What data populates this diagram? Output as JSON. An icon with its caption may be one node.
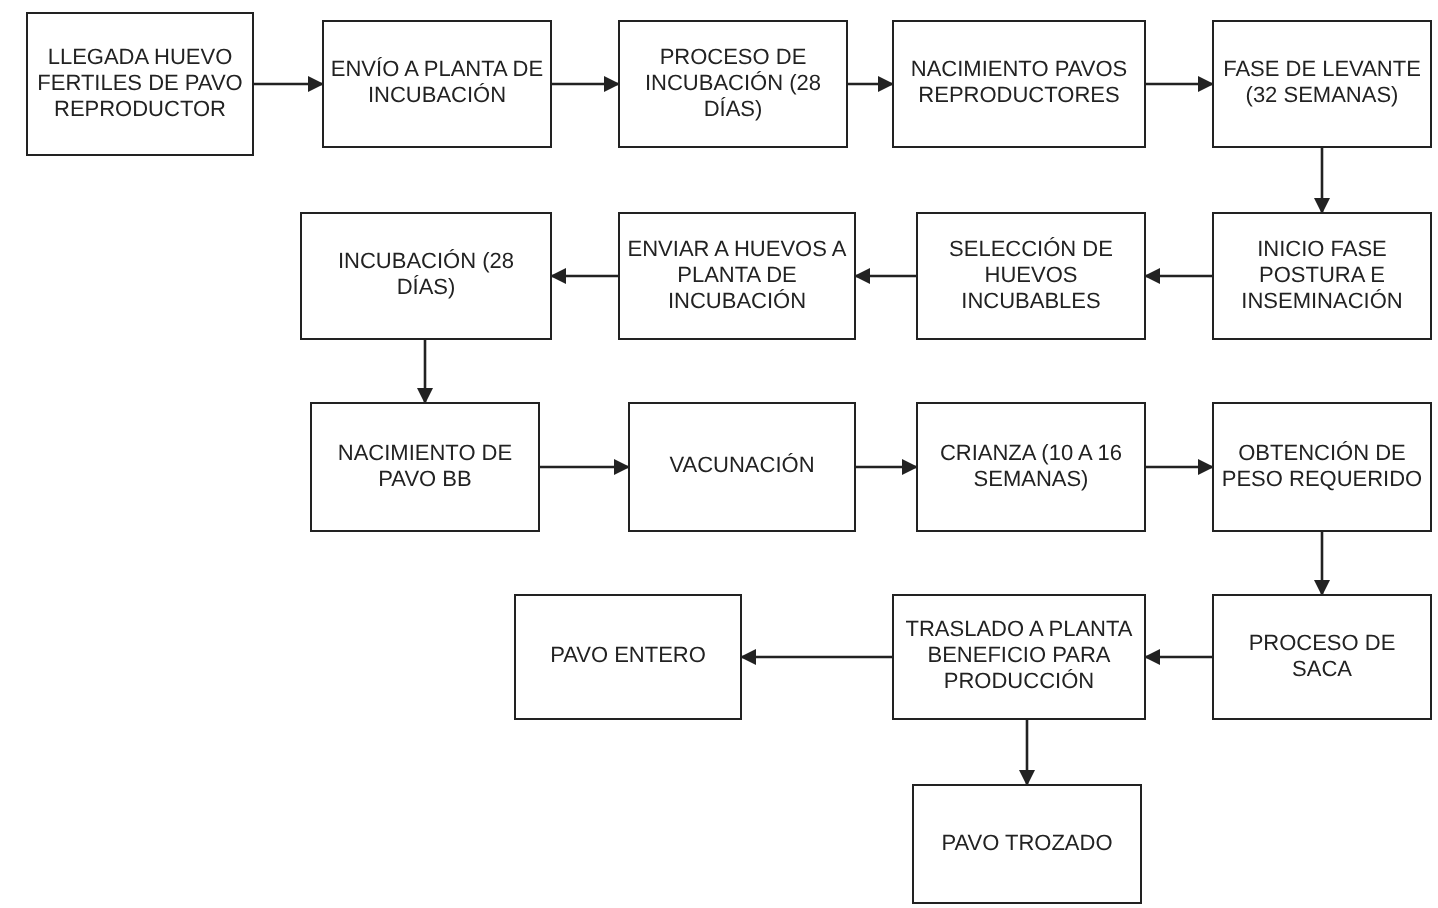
{
  "diagram": {
    "nodes": [
      {
        "text": [
          "LLEGADA HUEVO FERTILES DE PAVO REPRODUCTOR"
        ]
      },
      {
        "text": [
          "ENVÍO A PLANTA DE INCUBACIÓN"
        ]
      },
      {
        "text": [
          "PROCESO DE INCUBACIÓN (28 DÍAS)"
        ]
      },
      {
        "text": [
          "NACIMIENTO PAVOS REPRODUCTORES"
        ]
      },
      {
        "text": [
          "FASE DE LEVANTE (32 SEMANAS)"
        ]
      },
      {
        "text": [
          "INICIO FASE POSTURA E INSEMINACIÓN"
        ]
      },
      {
        "text": [
          "SELECCIÓN DE HUEVOS INCUBABLES"
        ]
      },
      {
        "text": [
          "ENVIAR A HUEVOS A PLANTA DE INCUBACIÓN"
        ]
      },
      {
        "text": [
          "INCUBACIÓN (28 DÍAS)"
        ]
      },
      {
        "text": [
          "NACIMIENTO DE PAVO BB"
        ]
      },
      {
        "text": [
          "VACUNACIÓN"
        ]
      },
      {
        "text": [
          "CRIANZA (10 A 16 SEMANAS)"
        ]
      },
      {
        "text": [
          "OBTENCIÓN DE PESO REQUERIDO"
        ]
      },
      {
        "text": [
          "PROCESO DE SACA"
        ]
      },
      {
        "text": [
          "TRASLADO A PLANTA BENEFICIO PARA PRODUCCIÓN"
        ]
      },
      {
        "text": [
          "PAVO ENTERO"
        ]
      },
      {
        "text": [
          "PAVO TROZADO"
        ]
      }
    ],
    "edges": [
      {
        "from": 0,
        "to": 1,
        "arrow": "to"
      },
      {
        "from": 1,
        "to": 2,
        "arrow": "to"
      },
      {
        "from": 2,
        "to": 3,
        "arrow": "to"
      },
      {
        "from": 3,
        "to": 4,
        "arrow": "to"
      },
      {
        "from": 4,
        "to": 5,
        "arrow": "to"
      },
      {
        "from": 5,
        "to": 6,
        "arrow": "to"
      },
      {
        "from": 6,
        "to": 7,
        "arrow": "to"
      },
      {
        "from": 7,
        "to": 8,
        "arrow": "to"
      },
      {
        "from": 8,
        "to": 9,
        "arrow": "to"
      },
      {
        "from": 9,
        "to": 10,
        "arrow": "to"
      },
      {
        "from": 10,
        "to": 11,
        "arrow": "to"
      },
      {
        "from": 11,
        "to": 12,
        "arrow": "to"
      },
      {
        "from": 12,
        "to": 13,
        "arrow": "to"
      },
      {
        "from": 13,
        "to": 14,
        "arrow": "to"
      },
      {
        "from": 14,
        "to": 15,
        "arrow": "to"
      },
      {
        "from": 14,
        "to": 16,
        "arrow": "to"
      }
    ]
  }
}
